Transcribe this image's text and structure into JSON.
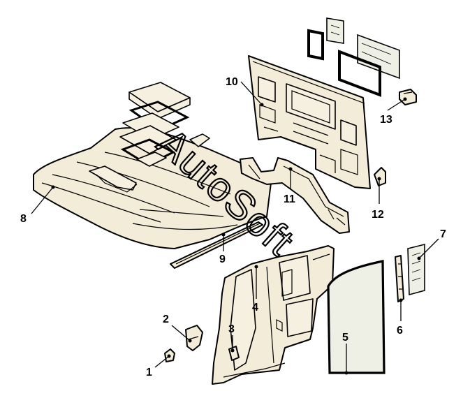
{
  "callouts": [
    {
      "id": "1",
      "label": "1"
    },
    {
      "id": "2",
      "label": "2"
    },
    {
      "id": "3",
      "label": "3"
    },
    {
      "id": "4",
      "label": "4"
    },
    {
      "id": "5",
      "label": "5"
    },
    {
      "id": "6",
      "label": "6"
    },
    {
      "id": "7",
      "label": "7"
    },
    {
      "id": "8",
      "label": "8"
    },
    {
      "id": "9",
      "label": "9"
    },
    {
      "id": "10",
      "label": "10"
    },
    {
      "id": "11",
      "label": "11"
    },
    {
      "id": "12",
      "label": "12"
    },
    {
      "id": "13",
      "label": "13"
    }
  ],
  "watermark": "AutoSoft",
  "colors": {
    "line": "#000000",
    "part_fill": "#f3ecd8",
    "glass_fill": "#eef0e6",
    "background": "#ffffff"
  }
}
